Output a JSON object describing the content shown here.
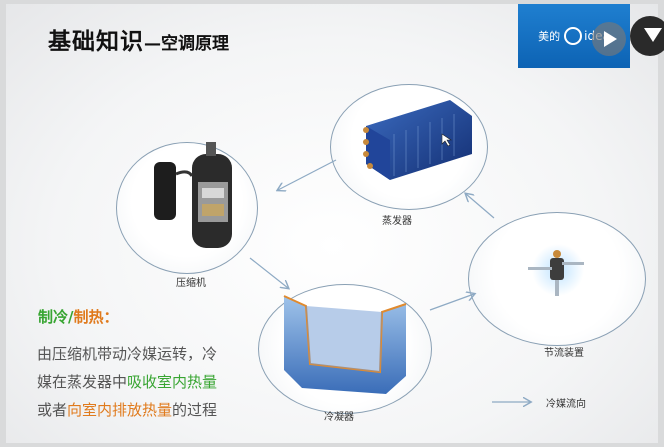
{
  "slide": {
    "title": "基础知识",
    "title_sub": "—空调原理"
  },
  "logo": {
    "cn": "美的",
    "brand": "idea"
  },
  "labels": {
    "compressor": "压缩机",
    "evaporator": "蒸发器",
    "condenser": "冷凝器",
    "throttle": "节流装置",
    "flow": "冷媒流向"
  },
  "explain": {
    "heading_a": "制冷",
    "heading_sep": "/",
    "heading_b": "制热",
    "heading_colon": "：",
    "line1": "由压缩机带动冷媒运转，冷",
    "line2_a": "媒在蒸发器中",
    "line2_b": "吸收室内热量",
    "line3_a": "或者",
    "line3_b": "向室内排放热量",
    "line3_c": "的过程"
  },
  "icons": {
    "play": "play-icon",
    "corner": "dropdown-icon"
  }
}
